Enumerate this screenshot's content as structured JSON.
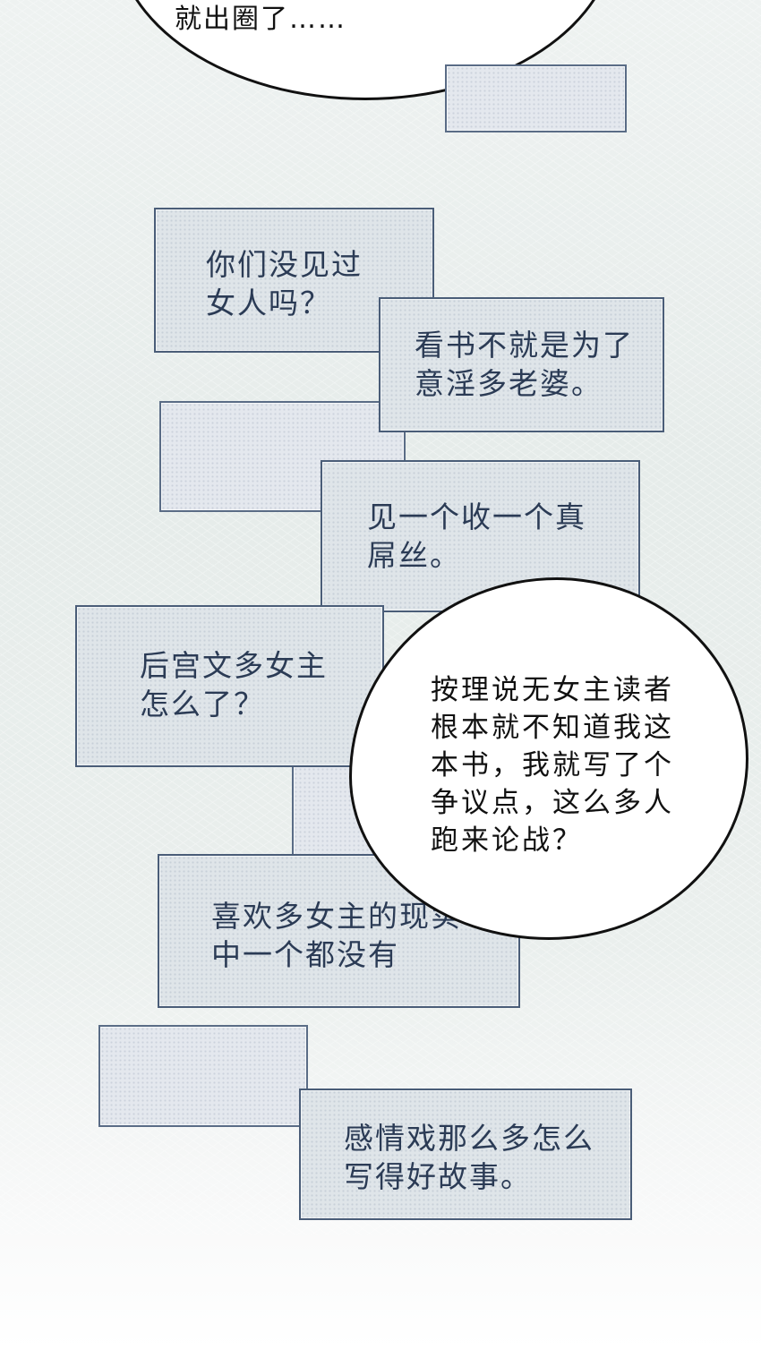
{
  "top_bubble": {
    "text": "就出圈了……"
  },
  "comments": [
    {
      "id": "c1",
      "text": "你们没见过\n女人吗？"
    },
    {
      "id": "c2",
      "text": "看书不就是为了\n意淫多老婆。"
    },
    {
      "id": "c3",
      "text": "见一个收一个真\n屌丝。"
    },
    {
      "id": "c4",
      "text": "后宫文多女主\n怎么了？"
    },
    {
      "id": "c5",
      "text": "喜欢多女主的现实\n中一个都没有"
    },
    {
      "id": "c6",
      "text": "感情戏那么多怎么\n写得好故事。"
    }
  ],
  "main_bubble": {
    "text": "按理说无女主读者\n根本就不知道我这\n本书，我就写了个\n争议点，这么多人\n跑来论战？"
  }
}
